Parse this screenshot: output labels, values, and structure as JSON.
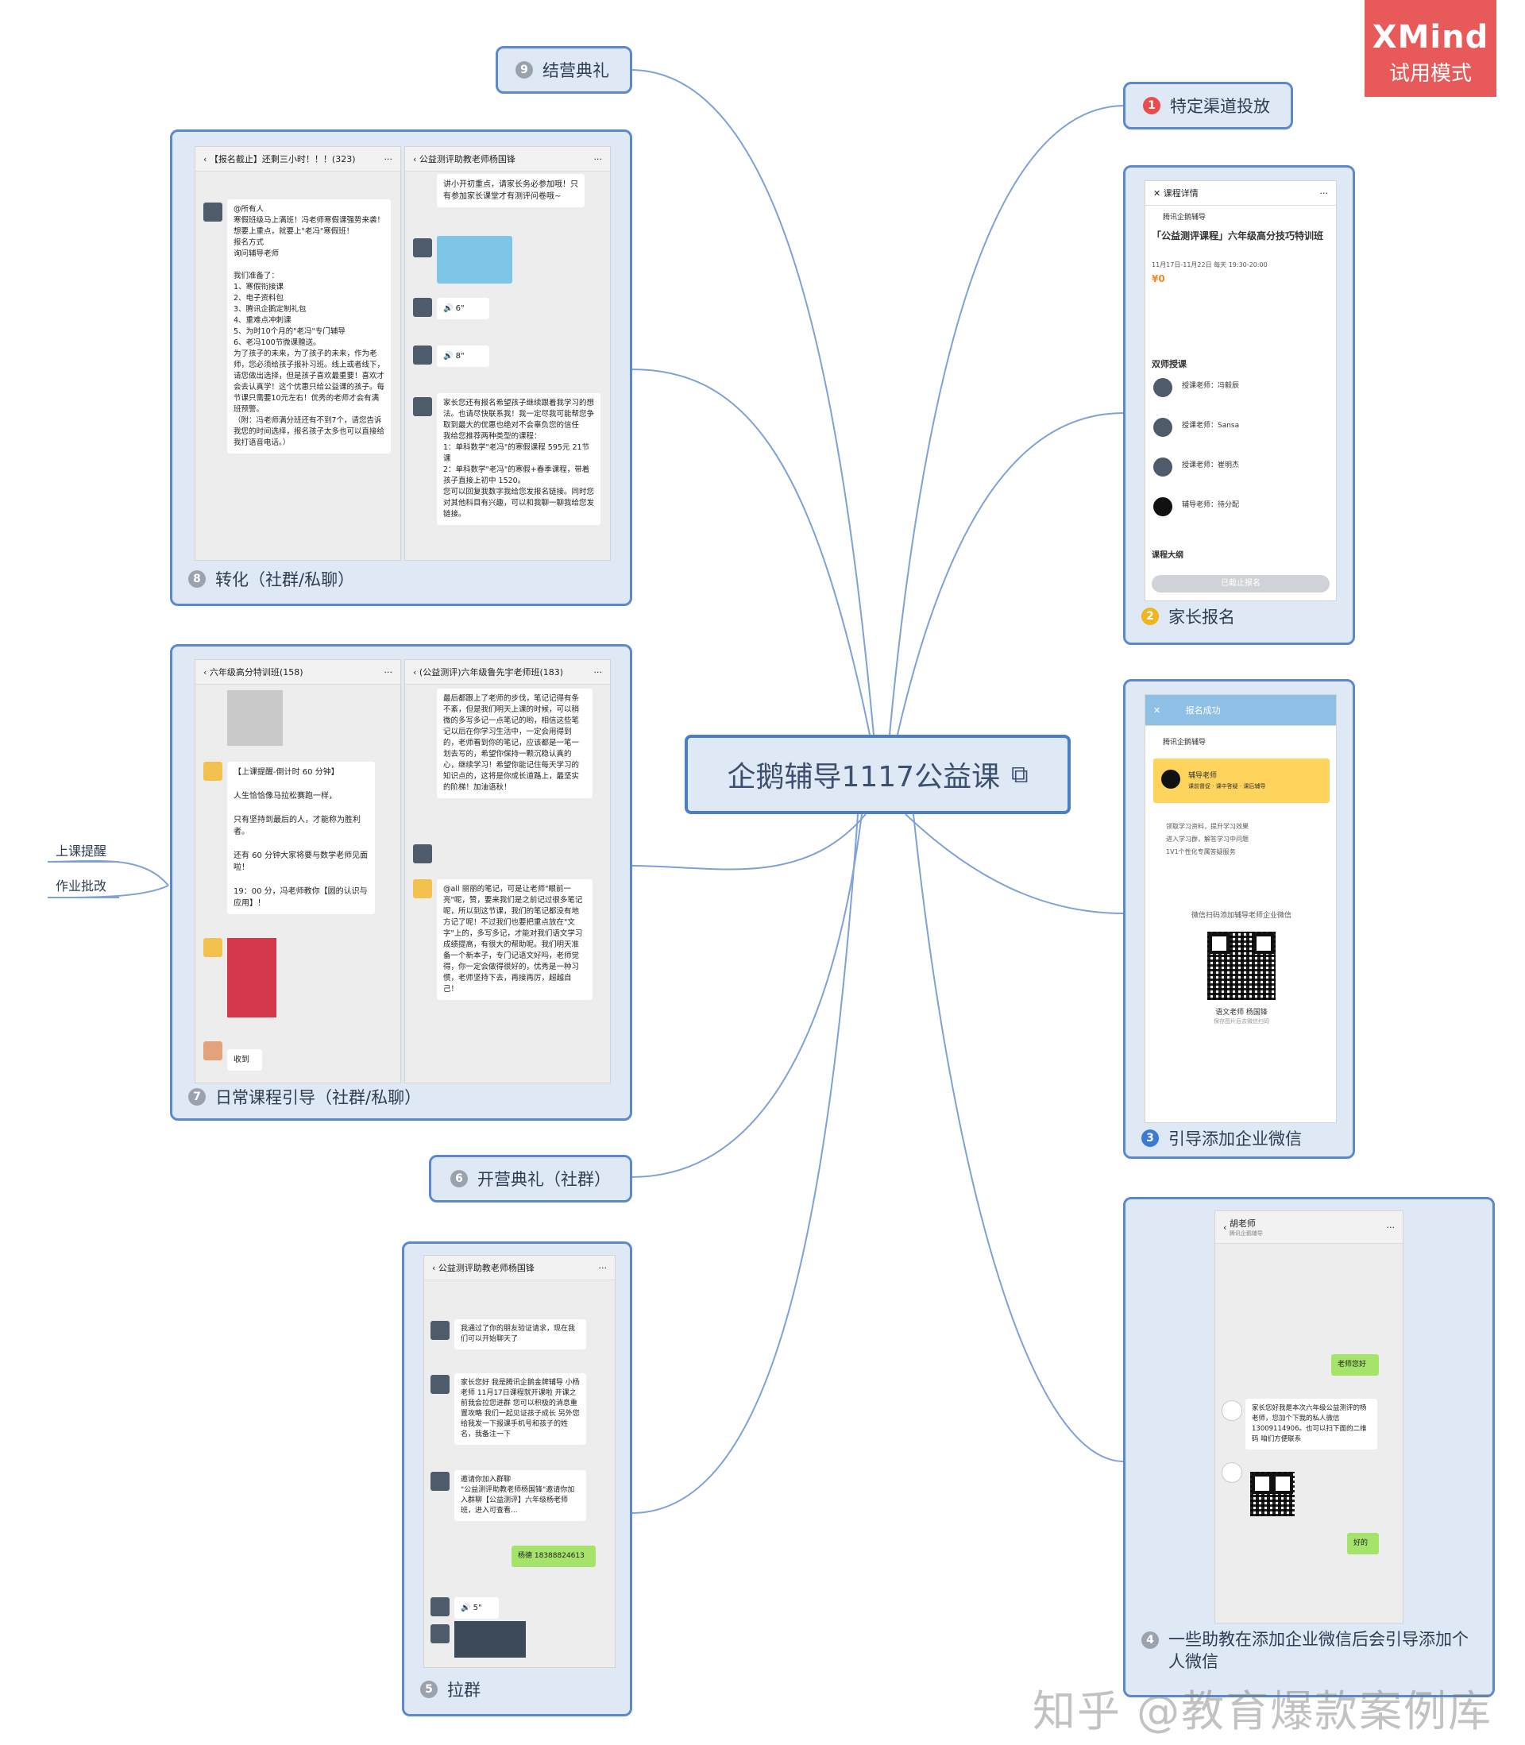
{
  "watermark_logo": {
    "brand": "XMind",
    "mode": "试用模式"
  },
  "central": {
    "title": "企鹅辅导1117公益课",
    "icon": "clip-icon"
  },
  "branches": {
    "b1": {
      "num": "1",
      "label": "特定渠道投放",
      "color": "#e84c4c"
    },
    "b2": {
      "num": "2",
      "label": "家长报名",
      "color": "#f2b31b"
    },
    "b3": {
      "num": "3",
      "label": "引导添加企业微信",
      "color": "#3a7bd5"
    },
    "b4": {
      "num": "4",
      "label": "一些助教在添加企业微信后会引导添加个人微信",
      "color": "#9aa3ad"
    },
    "b5": {
      "num": "5",
      "label": "拉群",
      "color": "#9aa3ad"
    },
    "b6": {
      "num": "6",
      "label": "开营典礼（社群）",
      "color": "#9aa3ad"
    },
    "b7": {
      "num": "7",
      "label": "日常课程引导（社群/私聊）",
      "color": "#9aa3ad"
    },
    "b8": {
      "num": "8",
      "label": "转化（社群/私聊）",
      "color": "#9aa3ad"
    },
    "b9": {
      "num": "9",
      "label": "结营典礼",
      "color": "#9aa3ad"
    }
  },
  "leaves": {
    "l1": "上课提醒",
    "l2": "作业批改"
  },
  "bottom_watermark": "知乎 @教育爆款案例库",
  "shots": {
    "s8a": {
      "title": "【报名截止】还剩三小时！！！(323)",
      "msg": "@所有人\n寒假班级马上满班！冯老师寒假课强势来袭！\n想要上重点，就要上\"老冯\"寒假班！\n报名方式\n询问辅导老师\n\n我们准备了：\n1、寒假衔接课\n2、电子资料包\n3、腾讯企鹅定制礼包\n4、重难点冲刺课\n5、为时10个月的\"老冯\"专门辅导\n6、老冯100节微课赠送。\n为了孩子的未来，为了孩子的未来，作为老师，您必须给孩子报补习班。线上或者线下，请您做出选择，但是孩子喜欢最重要！喜欢才会去认真学！这个优惠只给公益课的孩子。每节课只需要10元左右！优秀的老师才会有满班预警。\n（附：冯老师满分班还有不到7个，请您告诉我您的时间选择，报名孩子太多也可以直接给我打语音电话。）"
    },
    "s8b": {
      "title": "公益测评助教老师杨国锋",
      "msg1": "讲小开初重点，请家长务必参加哦！只有参加家长课堂才有测评问卷哦~",
      "msg2": "家长您还有报名希望孩子继续跟着我学习的想法。也请尽快联系我！我一定尽我可能帮您争取到最大的优惠也绝对不会辜负您的信任\n我给您推荐两种类型的课程：\n1：单科数学\"老冯\"的寒假课程 595元 21节课\n2：单科数学\"老冯\"的寒假+春季课程，带着孩子直接上初中 1520。\n您可以回复我数字我给您发报名链接。同时您对其他科目有兴趣，可以和我聊一聊我给您发链接。"
    },
    "s7a": {
      "title": "六年级高分特训班(158)",
      "msg1": "【上课提醒-倒计时 60 分钟】\n\n人生恰恰像马拉松赛跑一样，\n\n只有坚持到最后的人，才能称为胜利者。\n\n还有 60 分钟大家将要与数学老师见面啦！\n\n19：00 分，冯老师教你【圆的认识与应用】！",
      "msg2": "收到"
    },
    "s7b": {
      "title": "(公益测评)六年级鲁先宇老师班(183)",
      "msg1": "最后都跟上了老师的步伐，笔记记得有条不紊，但是我们明天上课的时候，可以稍微的多写多记一点笔记的哟，相信这些笔记以后在你学习生活中，一定会用得到的，老师看到你的笔记，应该都是一笔一划去写的，希望你保持一颗沉稳认真的心，继续学习！希望你能记住每天学习的知识点的，这将是你成长道路上，最坚实的阶梯！加油语秋！",
      "msg2": "@all 丽丽的笔记，可是让老师\"眼前一亮\"呢，赞，要来我们是之前记过很多笔记呢，所以到这节课，我们的笔记都没有地方记了呢！不过我们也要把重点放在\"文字\"上的，多写多记，才能对我们语文学习成绩提高，有很大的帮助呢。我们明天准备一个新本子，专门记语文好吗，老师觉得，你一定会做得很好的，优秀是一种习惯，老师坚持下去，再接再厉，超越自己！"
    },
    "s2": {
      "title": "课程详情",
      "course": "「公益测评课程」六年级高分技巧特训班",
      "date": "11月17日-11月22日 每天 19:30-20:00",
      "price": "¥0",
      "section": "双师授课",
      "t1": "授课老师：冯毅辰",
      "t2": "授课老师：Sansa",
      "t3": "授课老师：崔明杰",
      "t4": "辅导老师：待分配",
      "outline": "课程大纲",
      "btn": "已截止报名",
      "org": "腾讯企鹅辅导"
    },
    "s3": {
      "title": "报名成功",
      "org": "腾讯企鹅辅导",
      "tutor": "辅导老师",
      "tutor_sub": "课前督促 · 课中答疑 · 课后辅导",
      "p1": "领取学习资料，提升学习效果",
      "p2": "进入学习群，解答学习中问题",
      "p3": "1V1个性化专属答疑服务",
      "scan": "微信扫码添加辅导老师企业微信",
      "name": "语文老师 杨国锋",
      "save": "保存图片后去微信扫码"
    },
    "s4": {
      "title": "胡老师",
      "sub": "腾讯企鹅辅导",
      "m1": "老师您好",
      "m2": "家长您好我是本次六年级公益测评的杨老师，您加个下我的私人微信 13009114906。也可以扫下面的二维码 咱们方便联系",
      "m3": "好的"
    },
    "s5": {
      "title": "公益测评助教老师杨国锋",
      "m1": "我通过了你的朋友验证请求，现在我们可以开始聊天了",
      "m2": "家长您好 我是腾讯企鹅金牌辅导 小杨老师 11月17日课程就开课啦 开课之前我会拉您进群 您可以积极的消息重置攻略 我们一起见证孩子成长 另外您给我发一下报课手机号和孩子的姓名，我备注一下",
      "m3": "邀请你加入群聊\n\"公益测评助教老师杨国锋\"邀请你加入群聊【公益测评】六年级杨老师班，进入可查看...",
      "m4": "杨德 18388824613"
    }
  }
}
